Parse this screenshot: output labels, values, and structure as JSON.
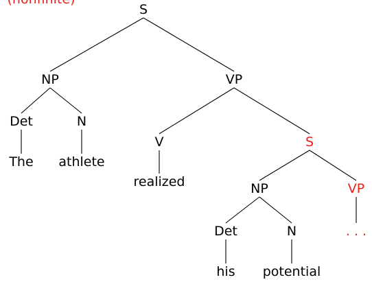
{
  "header": {
    "text": "(nonfinite)"
  },
  "colors": {
    "default": "#000000",
    "highlight": "#e8201c"
  },
  "nodes": [
    {
      "id": "s_root",
      "label": "S",
      "highlight": false
    },
    {
      "id": "np_subject",
      "label": "NP",
      "highlight": false
    },
    {
      "id": "vp_main",
      "label": "VP",
      "highlight": false
    },
    {
      "id": "det_the",
      "label": "Det",
      "highlight": false
    },
    {
      "id": "n_athlete",
      "label": "N",
      "highlight": false
    },
    {
      "id": "word_the",
      "label": "The",
      "highlight": false
    },
    {
      "id": "word_athlete",
      "label": "athlete",
      "highlight": false
    },
    {
      "id": "v_realized",
      "label": "V",
      "highlight": false
    },
    {
      "id": "word_realized",
      "label": "realized",
      "highlight": false
    },
    {
      "id": "s_embedded",
      "label": "S",
      "highlight": true
    },
    {
      "id": "np_embedded",
      "label": "NP",
      "highlight": false
    },
    {
      "id": "vp_embedded",
      "label": "VP",
      "highlight": true
    },
    {
      "id": "det_his",
      "label": "Det",
      "highlight": false
    },
    {
      "id": "n_potential",
      "label": "N",
      "highlight": false
    },
    {
      "id": "word_his",
      "label": "his",
      "highlight": false
    },
    {
      "id": "word_potential",
      "label": "potential",
      "highlight": false
    },
    {
      "id": "ellipsis",
      "label": ". . .",
      "highlight": true
    }
  ]
}
